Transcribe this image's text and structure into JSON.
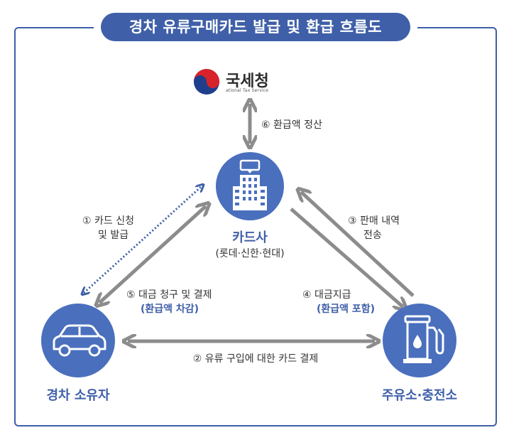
{
  "title": "경차 유류구매카드 발급 및 환급 흐름도",
  "nts": {
    "name": "국세청",
    "subtitle": "ational Tax Service"
  },
  "card_company": {
    "name": "카드사",
    "sub": "(롯데·신한·현대)"
  },
  "owner": {
    "name": "경차 소유자"
  },
  "station": {
    "name": "주유소·충전소"
  },
  "steps": {
    "s1_line1": "① 카드 신청",
    "s1_line2": "및 발급",
    "s2": "② 유류 구입에 대한 카드 결제",
    "s3_line1": "③ 판매 내역",
    "s3_line2": "전송",
    "s4_line1": "④ 대금지급",
    "s4_line2": "(환급액 포함)",
    "s5_line1": "⑤ 대금 청구 및 결제",
    "s5_line2": "(환급액 차감)",
    "s6": "⑥ 환급액 정산"
  },
  "colors": {
    "accent": "#3f5fa8",
    "node": "#4a6fbd",
    "arrow": "#8c8c8c"
  }
}
